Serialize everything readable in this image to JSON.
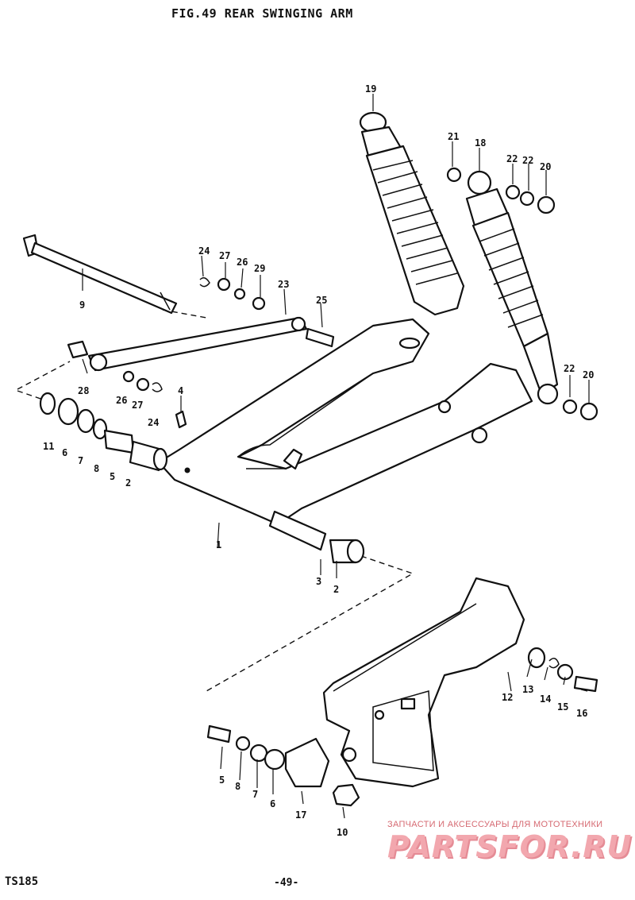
{
  "header": {
    "title": "FIG.49  REAR SWINGING ARM"
  },
  "footer": {
    "model": "TS185",
    "page": "-49-"
  },
  "watermark": {
    "caption": "ЗАПЧАСТИ И АКСЕССУАРЫ ДЛЯ МОТОТЕХНИКИ",
    "logo": "PARTSFOR.RU"
  },
  "part_labels": {
    "p1": "1",
    "p2a": "2",
    "p2b": "2",
    "p3": "3",
    "p4": "4",
    "p5a": "5",
    "p5b": "5",
    "p6a": "6",
    "p6b": "6",
    "p7a": "7",
    "p7b": "7",
    "p8a": "8",
    "p8b": "8",
    "p9": "9",
    "p10": "10",
    "p11": "11",
    "p12": "12",
    "p13": "13",
    "p14": "14",
    "p15": "15",
    "p16": "16",
    "p17": "17",
    "p18": "18",
    "p19": "19",
    "p20a": "20",
    "p20b": "20",
    "p21": "21",
    "p22a": "22",
    "p22b": "22",
    "p22c": "22",
    "p23": "23",
    "p24a": "24",
    "p24b": "24",
    "p25": "25",
    "p26a": "26",
    "p26b": "26",
    "p27a": "27",
    "p27b": "27",
    "p28": "28",
    "p29": "29"
  }
}
